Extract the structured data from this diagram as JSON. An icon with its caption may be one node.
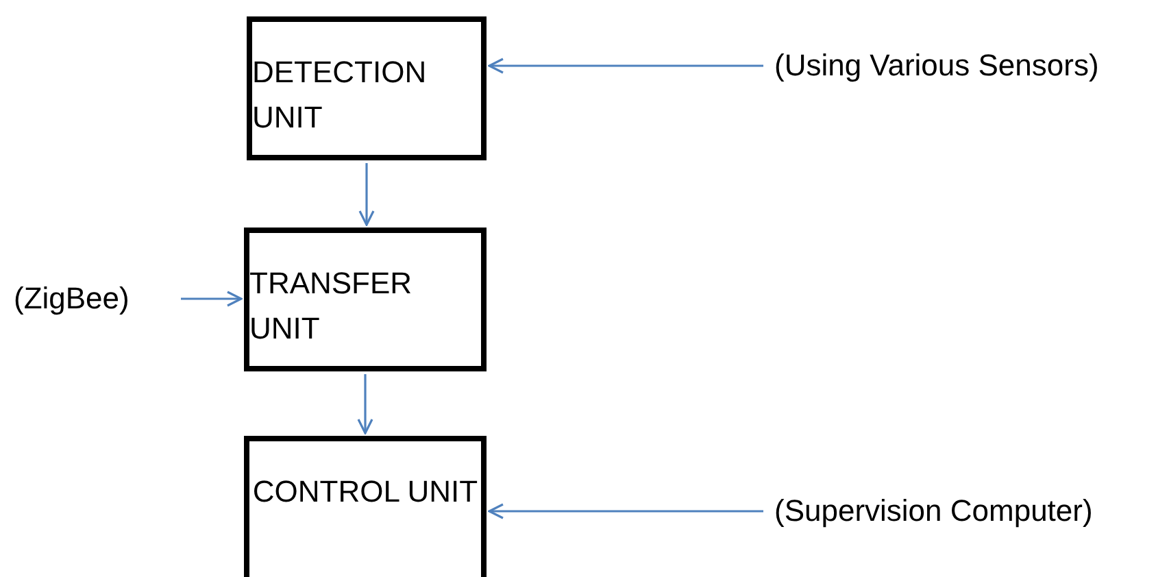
{
  "diagram": {
    "nodes": [
      {
        "text": [
          "DETECTION UNIT"
        ]
      },
      {
        "text": [
          "(Using Various Sensors)"
        ]
      },
      {
        "text": [
          "TRANSFER UNIT"
        ]
      },
      {
        "text": [
          "(ZigBee)"
        ]
      },
      {
        "text": [
          "CONTROL UNIT"
        ]
      },
      {
        "text": [
          "(Supervision Computer)"
        ]
      }
    ],
    "edges": [
      {
        "from": 1,
        "to": 0,
        "arrow": "to"
      },
      {
        "from": 0,
        "to": 2,
        "arrow": "to"
      },
      {
        "from": 3,
        "to": 2,
        "arrow": "to"
      },
      {
        "from": 2,
        "to": 4,
        "arrow": "to"
      },
      {
        "from": 5,
        "to": 4,
        "arrow": "to"
      }
    ]
  }
}
